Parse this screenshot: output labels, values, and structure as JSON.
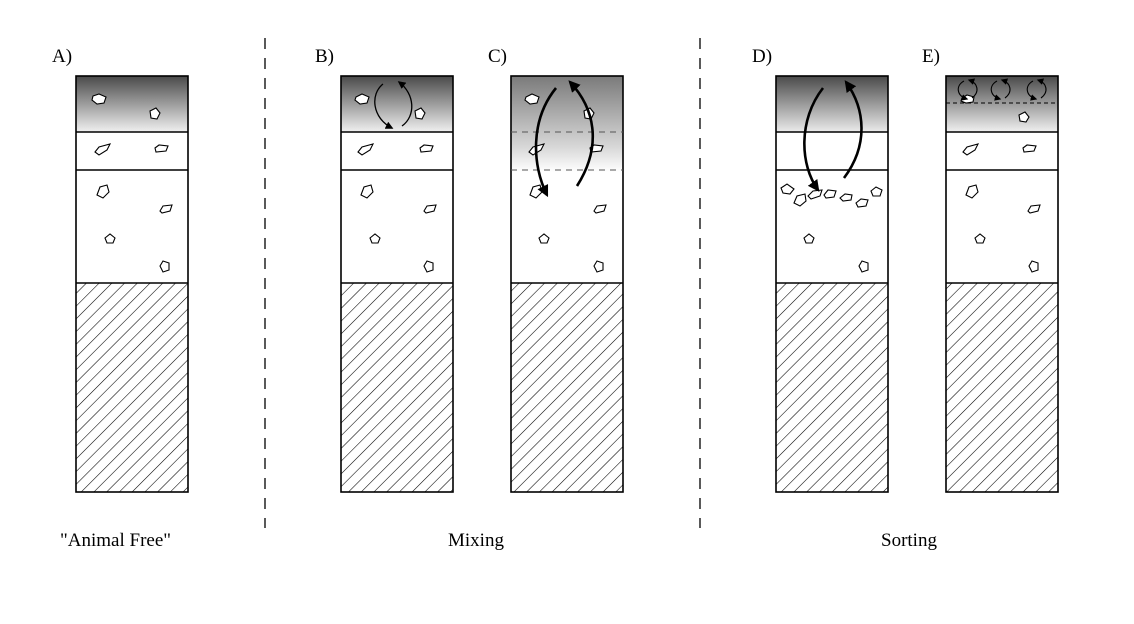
{
  "panels": [
    {
      "id": "A",
      "label": "A)"
    },
    {
      "id": "B",
      "label": "B)"
    },
    {
      "id": "C",
      "label": "C)"
    },
    {
      "id": "D",
      "label": "D)"
    },
    {
      "id": "E",
      "label": "E)"
    }
  ],
  "captions": {
    "animal_free": "\"Animal Free\"",
    "mixing": "Mixing",
    "sorting": "Sorting"
  },
  "colors": {
    "mixed_layer_dark": "#4a4a4a",
    "mixed_layer_light": "#ffffff",
    "bedrock_hatch": "#000000"
  }
}
